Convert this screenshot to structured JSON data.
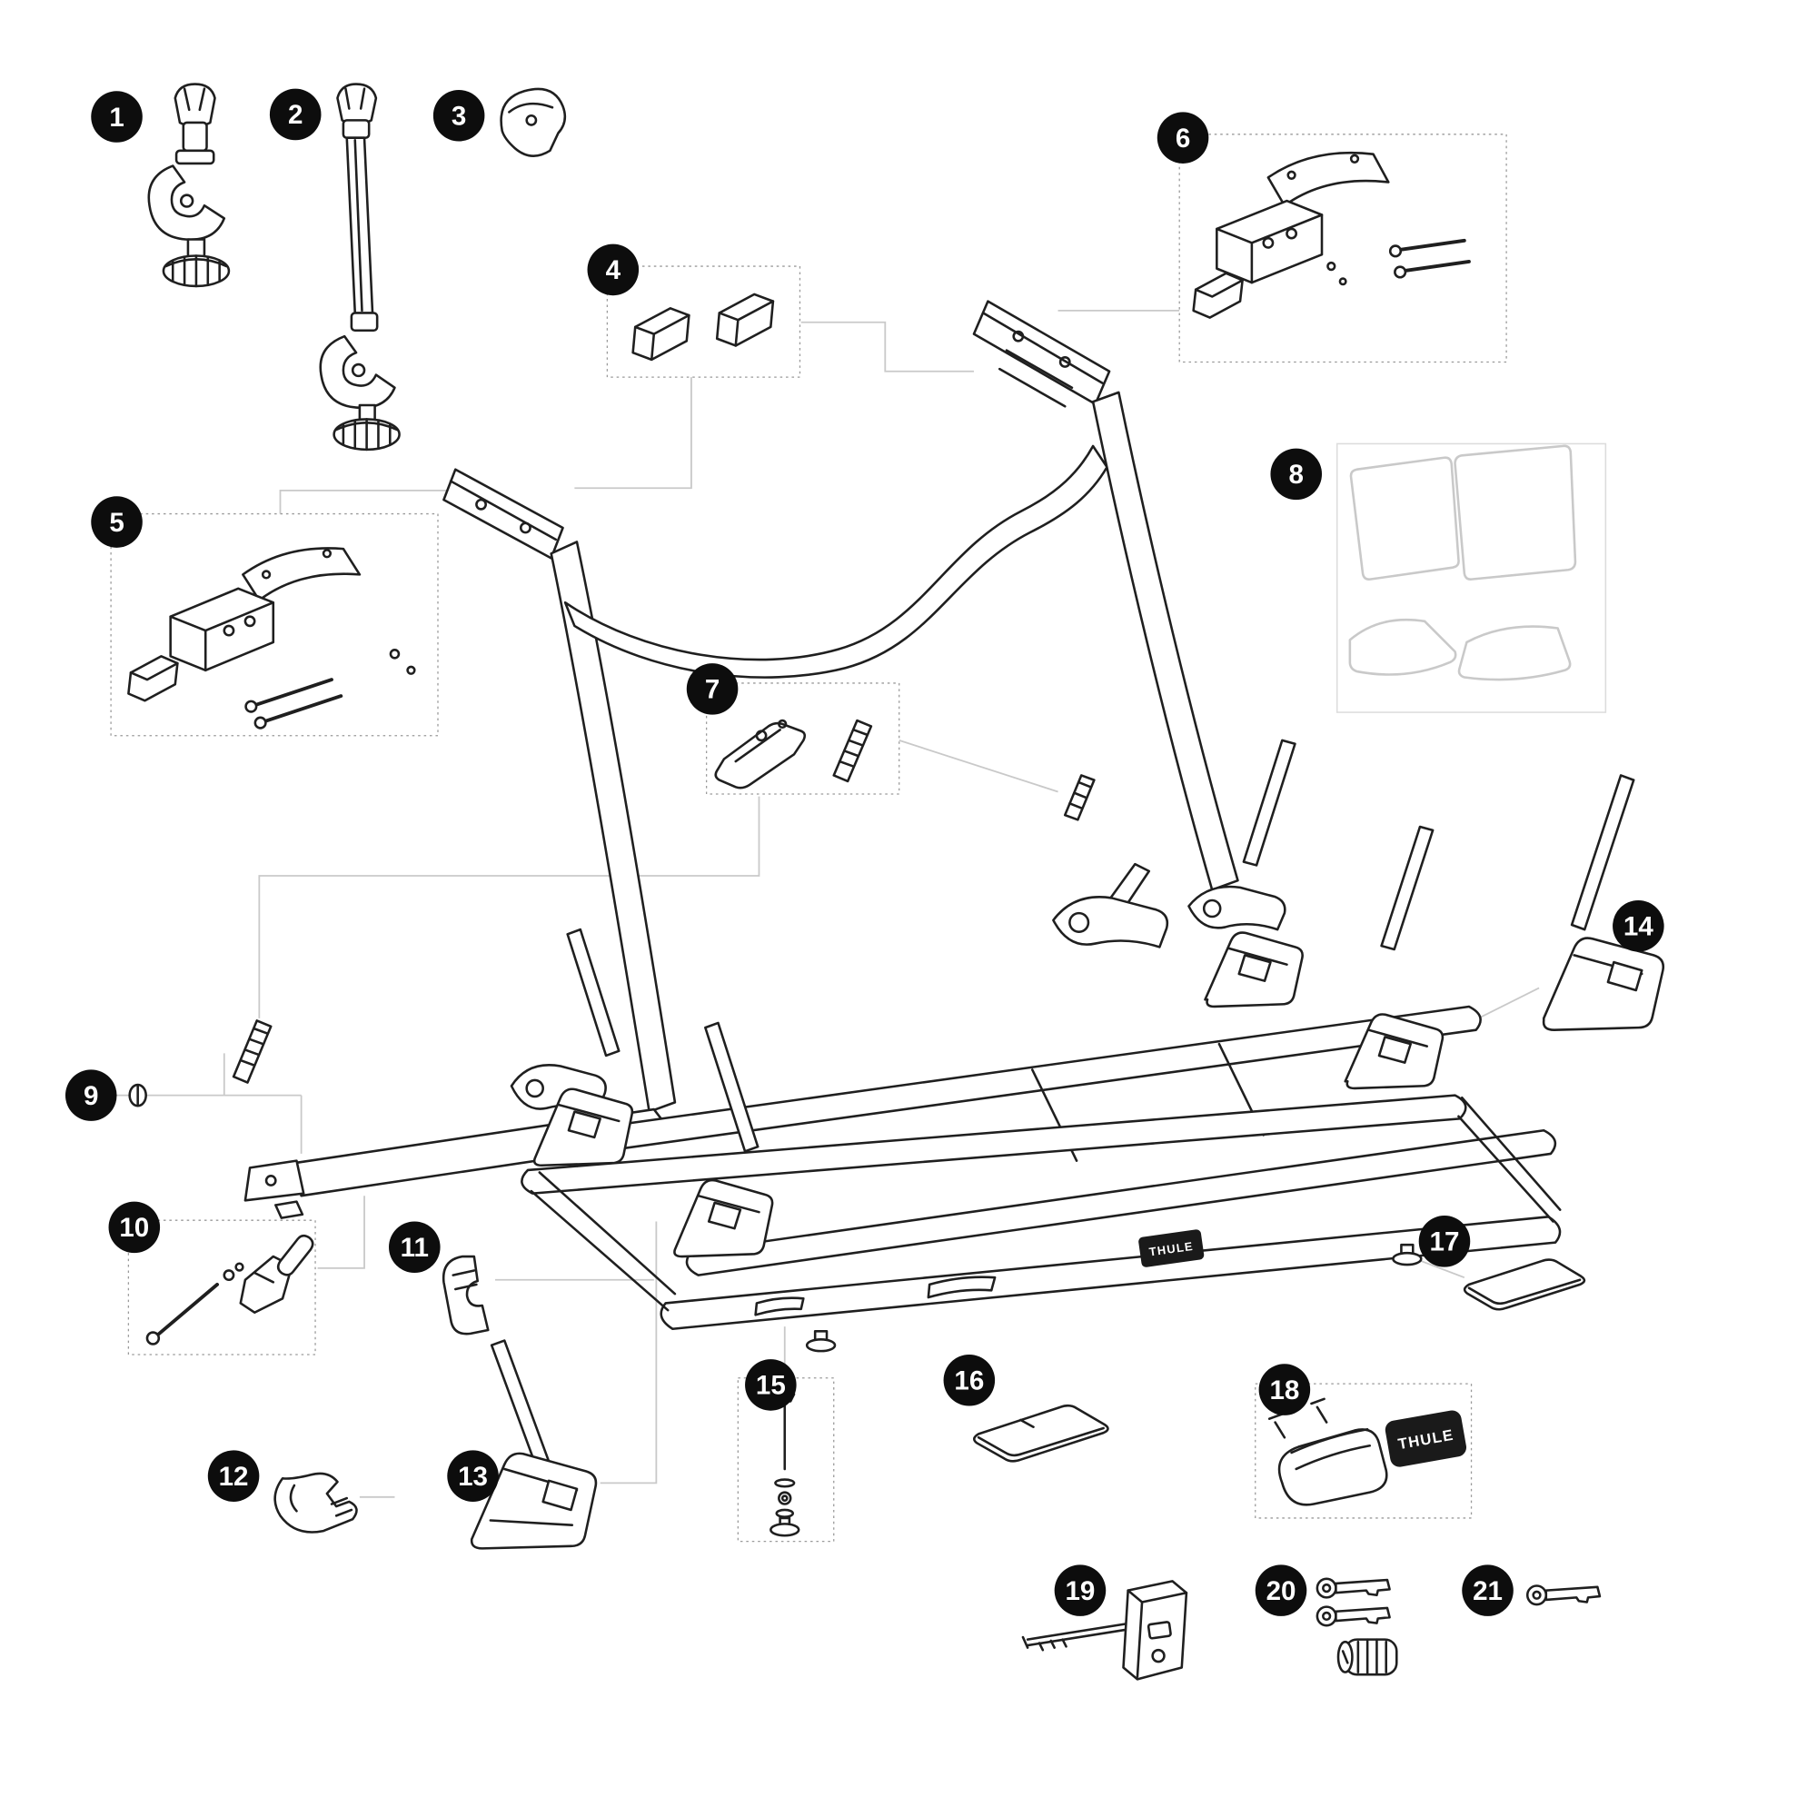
{
  "diagram": {
    "brand_text": "THULE",
    "parts": [
      {
        "number": "1"
      },
      {
        "number": "2"
      },
      {
        "number": "3"
      },
      {
        "number": "4"
      },
      {
        "number": "5"
      },
      {
        "number": "6"
      },
      {
        "number": "7"
      },
      {
        "number": "8"
      },
      {
        "number": "9"
      },
      {
        "number": "10"
      },
      {
        "number": "11"
      },
      {
        "number": "12"
      },
      {
        "number": "13"
      },
      {
        "number": "14"
      },
      {
        "number": "15"
      },
      {
        "number": "16"
      },
      {
        "number": "17"
      },
      {
        "number": "18"
      },
      {
        "number": "19"
      },
      {
        "number": "20"
      },
      {
        "number": "21"
      }
    ],
    "colors": {
      "background": "#ffffff",
      "badge": "#0d0d0d",
      "line_art": "#1f1f1f",
      "leader_lines": "#c9c9c9"
    }
  }
}
